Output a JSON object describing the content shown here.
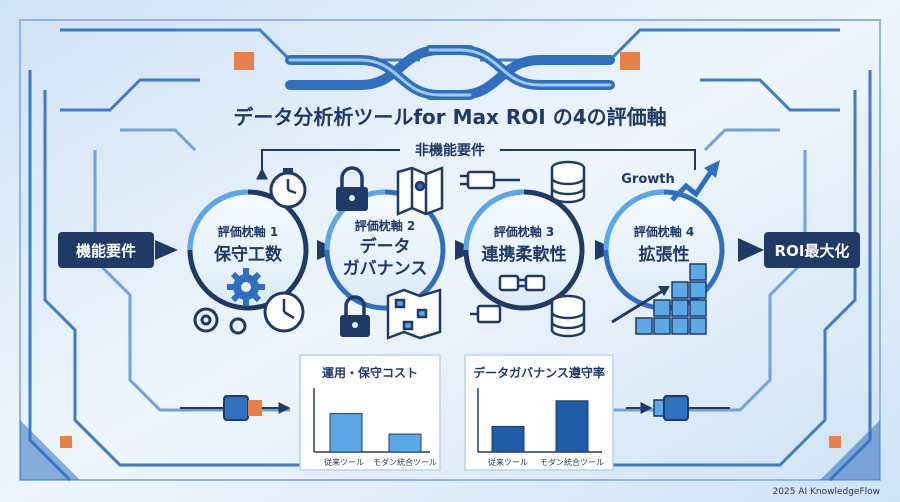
{
  "title": "データ分析析ツールfor Max ROI の4の評価軸",
  "top_bracket_label": "非機能要件",
  "input_label": "機能要件",
  "output_label": "ROI最大化",
  "growth_label": "Growth",
  "axes": [
    {
      "line1": "評価枕軸 1",
      "line2": "保守工数",
      "line3": ""
    },
    {
      "line1": "評価枕軸 2",
      "line2": "データ",
      "line3": "ガバナンス"
    },
    {
      "line1": "評価枕軸 3",
      "line2": "連携柔軟性",
      "line3": ""
    },
    {
      "line1": "評価枕軸 4",
      "line2": "拡張性",
      "line3": ""
    }
  ],
  "charts": [
    {
      "title": "運用・保守コスト",
      "categories": [
        "従来ツール",
        "モダン統合ツール"
      ]
    },
    {
      "title": "データガバナンス遵守率",
      "categories": [
        "従来ツール",
        "モダン統合ツール"
      ]
    }
  ],
  "chart_data": [
    {
      "type": "bar",
      "title": "運用・保守コスト",
      "categories": [
        "従来ツール",
        "モダン統合ツール"
      ],
      "values": [
        60,
        28
      ],
      "ylim": [
        0,
        100
      ],
      "grid": false,
      "legend": "none",
      "color": "#5aa9e6"
    },
    {
      "type": "bar",
      "title": "データガバナンス遵守率",
      "categories": [
        "従来ツール",
        "モダン統合ツール"
      ],
      "values": [
        40,
        80
      ],
      "ylim": [
        0,
        100
      ],
      "grid": false,
      "legend": "none",
      "color": "#1e5ca8"
    }
  ],
  "footer": "2025 AI KnowledgeFlow",
  "colors": {
    "navy": "#1f3a66",
    "blue": "#2f6fbf",
    "light_blue": "#5aa9e6",
    "orange": "#e8804a",
    "background": "#dbe9f6"
  },
  "icons": [
    "stopwatch-icon",
    "gear-icon",
    "clock-icon",
    "padlock-icon",
    "map-icon",
    "flowchart-icon",
    "plug-icon",
    "database-icon",
    "growth-arrow-icon",
    "cube-blocks-icon"
  ]
}
